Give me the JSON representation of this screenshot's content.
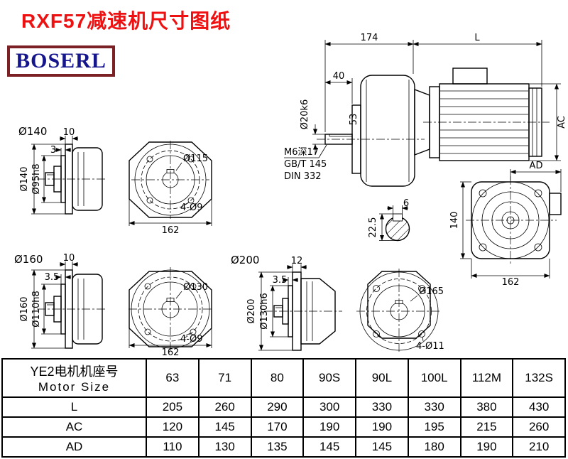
{
  "page": {
    "title": "RXF57减速机尺寸图纸",
    "logo": "BOSERL"
  },
  "colors": {
    "title_red": "#ee1111",
    "logo_text_navy": "#16168c",
    "logo_border_maroon": "#7b2126",
    "line": "#000000"
  },
  "views": {
    "flange140": {
      "label": "Ø140",
      "dim_flange_thickness": "10",
      "dim_pilot_step": "3",
      "dim_flange_od": "Ø140",
      "dim_pilot_od": "Ø95h8",
      "dim_bolt_circle": "Ø115",
      "dim_bolt_holes": "4-Ø9",
      "dim_width": "162"
    },
    "flange160": {
      "label": "Ø160",
      "dim_flange_thickness": "10",
      "dim_pilot_step": "3.5",
      "dim_flange_od": "Ø160",
      "dim_pilot_od": "Ø110h8",
      "dim_bolt_circle": "Ø130",
      "dim_bolt_holes": "4-Ø9",
      "dim_width": "162"
    },
    "flange200": {
      "label": "Ø200",
      "dim_flange_thickness": "12",
      "dim_pilot_step": "3.5",
      "dim_flange_od": "Ø200",
      "dim_pilot_od": "Ø130h6",
      "dim_bolt_circle": "Ø165",
      "dim_bolt_holes": "4-Ø11"
    },
    "main": {
      "dim_gearbox_length": "174",
      "dim_motor_length": "L",
      "dim_shaft_length": "40",
      "dim_shaft_od": "Ø20k6",
      "dim_hub": "53",
      "tap_note": "M6深17",
      "std_note1": "GB/T 145",
      "std_note2": "DIN 332",
      "dim_motor_height": "AC",
      "key_width": "6",
      "key_height": "22.5",
      "dim_ad": "AD",
      "dim_flange_height": "140",
      "dim_flange_width": "162"
    }
  },
  "table": {
    "header": {
      "cn": "YE2电机机座号",
      "en": "Motor Size"
    },
    "columns": [
      "63",
      "71",
      "80",
      "90S",
      "90L",
      "100L",
      "112M",
      "132S"
    ],
    "rows": [
      {
        "label": "L",
        "values": [
          "205",
          "260",
          "290",
          "300",
          "330",
          "330",
          "380",
          "430"
        ]
      },
      {
        "label": "AC",
        "values": [
          "120",
          "145",
          "170",
          "190",
          "190",
          "195",
          "215",
          "260"
        ]
      },
      {
        "label": "AD",
        "values": [
          "110",
          "130",
          "135",
          "145",
          "145",
          "180",
          "190",
          "210"
        ]
      }
    ]
  }
}
